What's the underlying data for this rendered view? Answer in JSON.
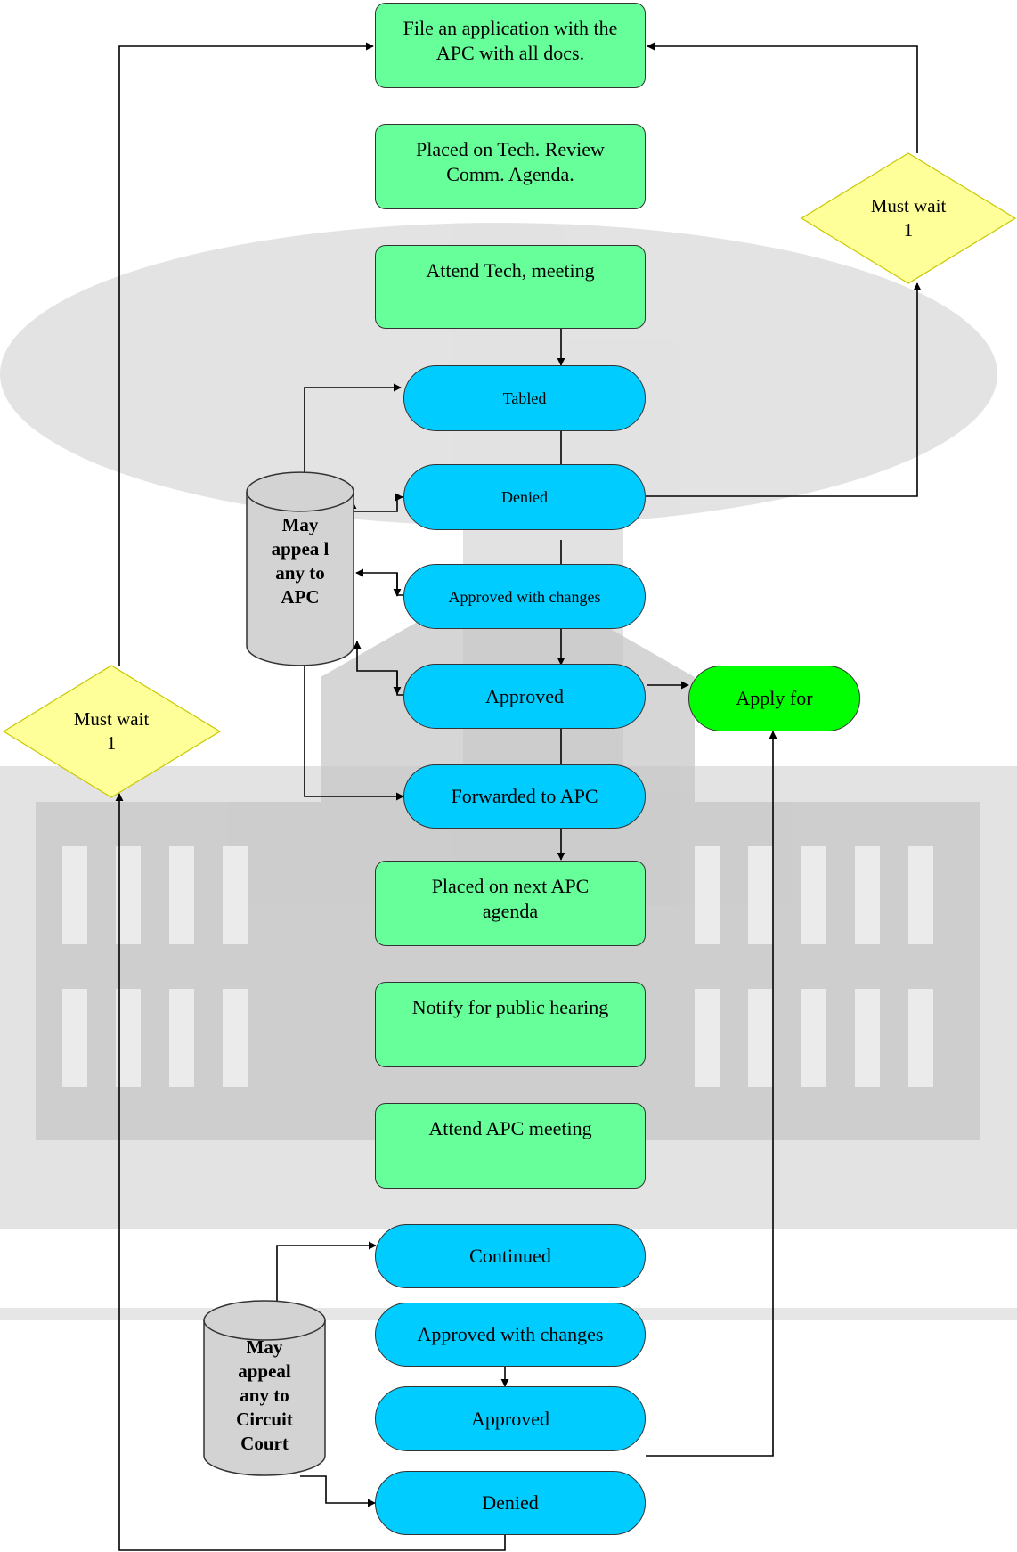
{
  "nodes": {
    "file_application": "File an application with the APC with all docs.",
    "tech_review_agenda": "Placed on Tech. Review Comm. Agenda.",
    "attend_tech_meeting": "Attend Tech, meeting",
    "tabled": "Tabled",
    "denied_tech": "Denied",
    "approved_changes_tech": "Approved with changes",
    "approved_tech": "Approved",
    "apply_for": "Apply for",
    "forwarded_apc": "Forwarded to APC",
    "next_apc_agenda": "Placed on next APC agenda",
    "notify_hearing": "Notify for public hearing",
    "attend_apc_meeting": "Attend APC meeting",
    "continued": "Continued",
    "approved_changes_apc": "Approved with changes",
    "approved_apc": "Approved",
    "denied_apc": "Denied",
    "must_wait_right": "Must wait 1",
    "must_wait_left": "Must wait 1",
    "appeal_apc": "May appea l any to APC",
    "appeal_court": "May appeal any to Circuit Court"
  },
  "colors": {
    "step": "#66ff99",
    "outcome": "#00ccff",
    "apply": "#00ff00",
    "decision": "#ffff99",
    "appeal": "#d3d3d3",
    "line": "#000000"
  }
}
